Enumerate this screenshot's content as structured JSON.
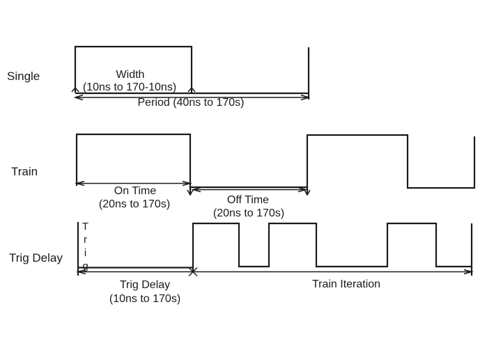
{
  "page": {
    "background_color": "#ffffff",
    "line_color": "#1a1a1a",
    "text_color": "#1a1a1a"
  },
  "single": {
    "row_label": "Single",
    "width_label": "Width",
    "width_range": "(10ns to 170-10ns)",
    "period_label": "Period (40ns to 170s)"
  },
  "train": {
    "row_label": "Train",
    "on_time_label": "On Time",
    "on_time_range": "(20ns to 170s)",
    "off_time_label": "Off Time",
    "off_time_range": "(20ns to 170s)"
  },
  "trig": {
    "row_label": "Trig Delay",
    "trig_marker": "Trig",
    "delay_label": "Trig Delay",
    "delay_range": "(10ns to 170s)",
    "iteration_label": "Train Iteration"
  }
}
